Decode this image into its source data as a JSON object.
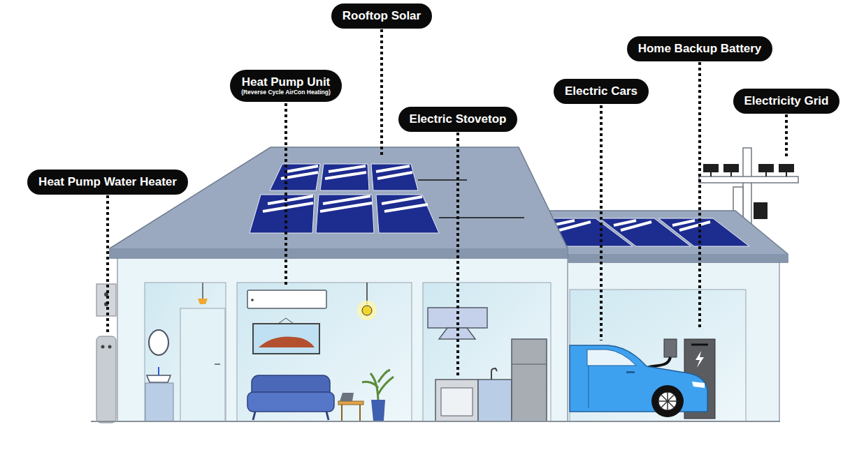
{
  "diagram": {
    "nodes": [
      {
        "text": [
          "Rooftop Solar"
        ]
      },
      {
        "text": [
          "Home Backup Battery"
        ]
      },
      {
        "text": [
          "Heat Pump Unit",
          "(Reverse Cycle AirCon Heating)"
        ]
      },
      {
        "text": [
          "Electric Cars"
        ]
      },
      {
        "text": [
          "Electricity Grid"
        ]
      },
      {
        "text": [
          "Electric Stovetop"
        ]
      },
      {
        "text": [
          "Heat Pump Water Heater"
        ]
      }
    ]
  }
}
